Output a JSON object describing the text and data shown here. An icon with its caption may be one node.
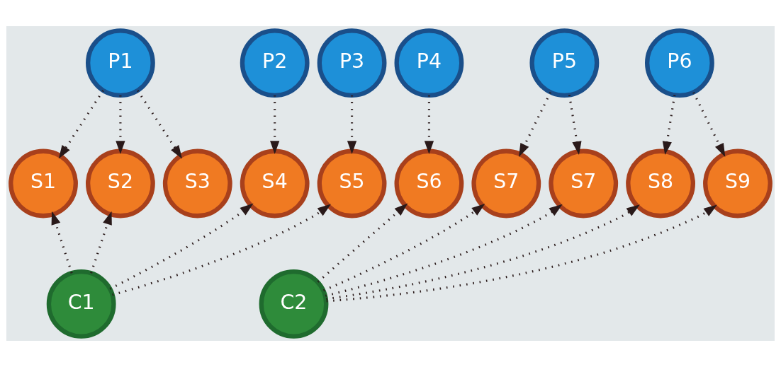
{
  "diagram": {
    "nodes": [
      {
        "text": [
          "P1"
        ]
      },
      {
        "text": [
          "P2"
        ]
      },
      {
        "text": [
          "P3"
        ]
      },
      {
        "text": [
          "P4"
        ]
      },
      {
        "text": [
          "P5"
        ]
      },
      {
        "text": [
          "P6"
        ]
      },
      {
        "text": [
          "S1"
        ]
      },
      {
        "text": [
          "S2"
        ]
      },
      {
        "text": [
          "S3"
        ]
      },
      {
        "text": [
          "S4"
        ]
      },
      {
        "text": [
          "S5"
        ]
      },
      {
        "text": [
          "S6"
        ]
      },
      {
        "text": [
          "S7"
        ]
      },
      {
        "text": [
          "S7"
        ]
      },
      {
        "text": [
          "S8"
        ]
      },
      {
        "text": [
          "S9"
        ]
      },
      {
        "text": [
          "C1"
        ]
      },
      {
        "text": [
          "C2"
        ]
      }
    ],
    "edges": [
      {
        "from": 0,
        "to": 6,
        "arrow": "to"
      },
      {
        "from": 0,
        "to": 7,
        "arrow": "to"
      },
      {
        "from": 0,
        "to": 8,
        "arrow": "to"
      },
      {
        "from": 1,
        "to": 9,
        "arrow": "to"
      },
      {
        "from": 2,
        "to": 10,
        "arrow": "to"
      },
      {
        "from": 3,
        "to": 11,
        "arrow": "to"
      },
      {
        "from": 4,
        "to": 12,
        "arrow": "to"
      },
      {
        "from": 4,
        "to": 13,
        "arrow": "to"
      },
      {
        "from": 5,
        "to": 14,
        "arrow": "to"
      },
      {
        "from": 5,
        "to": 15,
        "arrow": "to"
      },
      {
        "from": 16,
        "to": 6,
        "arrow": "to"
      },
      {
        "from": 16,
        "to": 7,
        "arrow": "to"
      },
      {
        "from": 16,
        "to": 9,
        "arrow": "to"
      },
      {
        "from": 16,
        "to": 10,
        "arrow": "to"
      },
      {
        "from": 17,
        "to": 11,
        "arrow": "to"
      },
      {
        "from": 17,
        "to": 12,
        "arrow": "to"
      },
      {
        "from": 17,
        "to": 13,
        "arrow": "to"
      },
      {
        "from": 17,
        "to": 14,
        "arrow": "to"
      },
      {
        "from": 17,
        "to": 15,
        "arrow": "to"
      }
    ]
  }
}
